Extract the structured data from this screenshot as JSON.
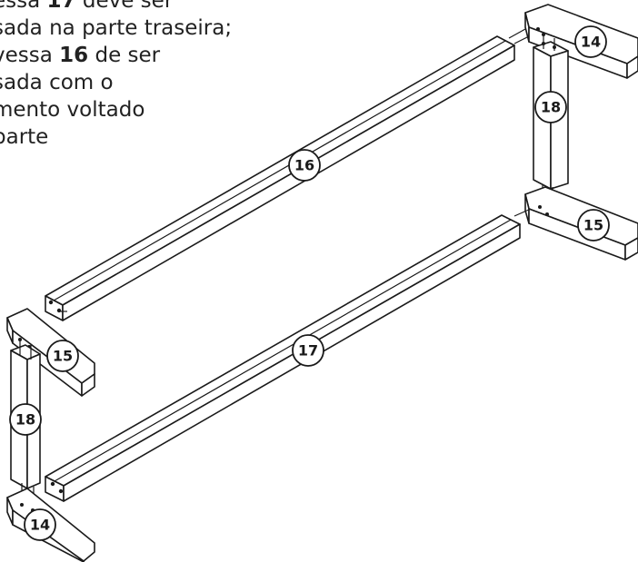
{
  "instructions": {
    "line1": {
      "pre": "essa ",
      "bold": "17",
      "post": " deve ser"
    },
    "line2": "sada na parte traseira;",
    "line3": {
      "pre": "vessa ",
      "bold": "16",
      "post": " de ser"
    },
    "line4": "sada com o",
    "line5": "mento voltado",
    "line6": "parte"
  },
  "callouts": {
    "c14_top": "14",
    "c15_right": "15",
    "c16": "16",
    "c17": "17",
    "c18_right": "18",
    "c15_left": "15",
    "c18_left": "18",
    "c14_bottom": "14"
  }
}
